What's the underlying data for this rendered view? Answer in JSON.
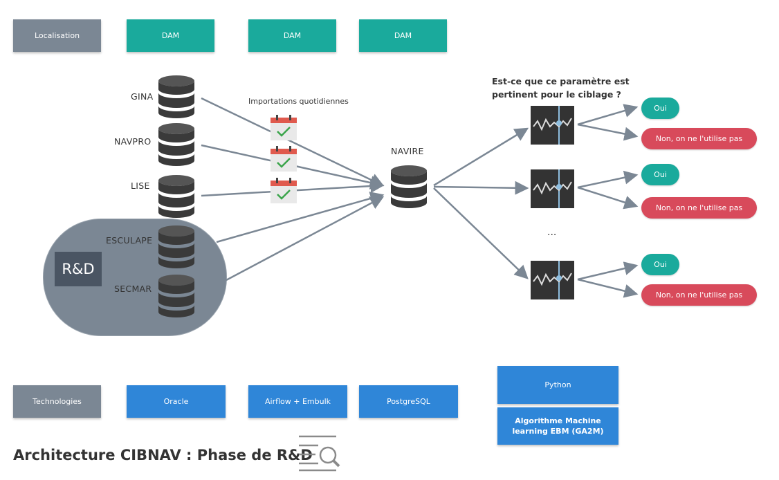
{
  "top_row": {
    "localisation": "Localisation",
    "dam1": "DAM",
    "dam2": "DAM",
    "dam3": "DAM"
  },
  "sources": {
    "gina": "GINA",
    "navpro": "NAVPRO",
    "lise": "LISE",
    "esculape": "ESCULAPE",
    "secmar": "SECMAR",
    "rd": "R&D"
  },
  "imports_label": "Importations quotidiennes",
  "navire": "NAVIRE",
  "question": "Est-ce que ce paramètre est pertinent pour le ciblage ?",
  "answers": {
    "yes": "Oui",
    "no": "Non, on ne l'utilise pas"
  },
  "ellipsis": "...",
  "bottom_row": {
    "technologies": "Technologies",
    "oracle": "Oracle",
    "airflow": "Airflow + Embulk",
    "postgres": "PostgreSQL",
    "python": "Python",
    "ml": "Algorithme Machine learning EBM (GA2M)"
  },
  "title": "Architecture CIBNAV : Phase de R&D",
  "colors": {
    "grey": "#7b8794",
    "teal": "#1aaa9c",
    "blue": "#2f86d8",
    "red": "#d84a5b",
    "db": "#3a3a3a",
    "arrow": "#7b8794"
  }
}
